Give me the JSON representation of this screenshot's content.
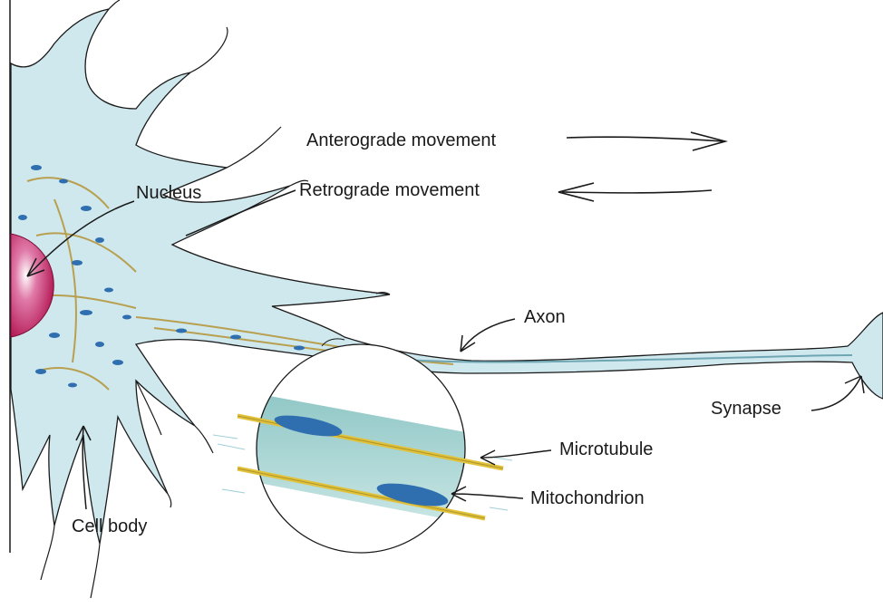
{
  "labels": {
    "anterograde": "Anterograde movement",
    "retrograde": "Retrograde movement",
    "nucleus": "Nucleus",
    "axon": "Axon",
    "synapse": "Synapse",
    "microtubule": "Microtubule",
    "mitochondrion": "Mitochondrion",
    "cell_body": "Cell body"
  },
  "colors": {
    "cytoplasm": "#cfe8ee",
    "outline": "#1a1a1a",
    "nucleus": "#c2185b",
    "organelle": "#2f6fb0",
    "microtubule": "#e2c23a",
    "zoom_fill": "#9fcfd0"
  }
}
